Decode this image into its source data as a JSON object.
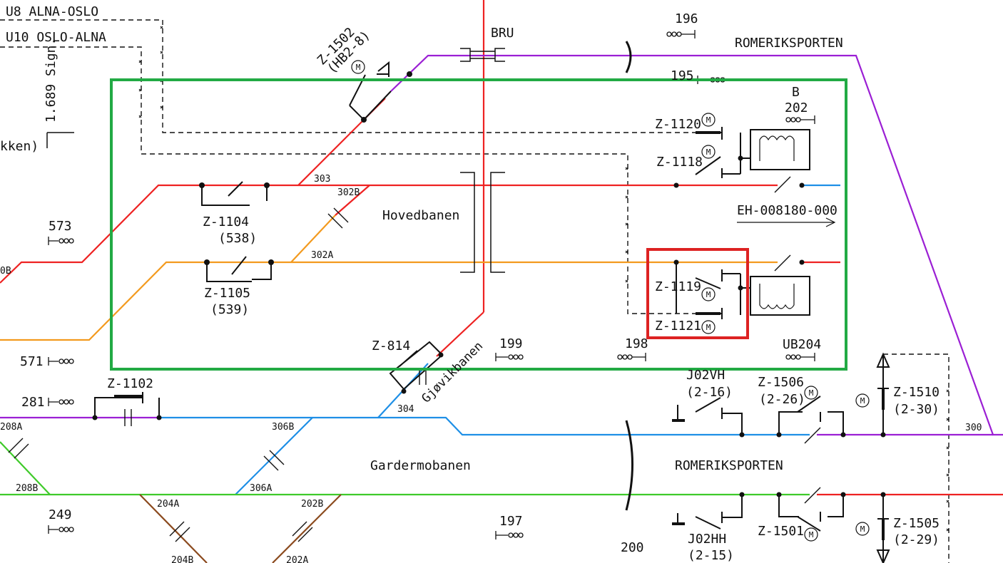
{
  "colors": {
    "red": "#ee2222",
    "purple": "#9b1fd4",
    "orange": "#f39a1e",
    "blue": "#1e8fe6",
    "green": "#3fca2a",
    "brown": "#8b4a1e",
    "highlight_green": "#22aa44",
    "highlight_red": "#dd2222",
    "ink": "#111111"
  },
  "lines": {
    "u8": "U8 ALNA-OSLO",
    "u10": "U10 OSLO-ALNA",
    "sign": "1.689 Sign.",
    "kken": "kken)"
  },
  "places": {
    "bru": "BRU",
    "romeriksporten_top": "ROMERIKSPORTEN",
    "romeriksporten_bottom": "ROMERIKSPORTEN",
    "hovedbanen": "Hovedbanen",
    "gardermobanen": "Gardermobanen",
    "gjovikbanen": "Gjøvikbanen",
    "eh_ref": "EH-008180-000"
  },
  "signals": {
    "s196": "196",
    "s195": "195",
    "s202_b": "B",
    "s202": "202",
    "s573": "573",
    "s571": "571",
    "s281": "281",
    "s249": "249",
    "s199": "199",
    "s198": "198",
    "s197": "197",
    "s200": "200",
    "ub204": "UB204"
  },
  "tracks": {
    "t303": "303",
    "t302b": "302B",
    "t302a": "302A",
    "t304": "304",
    "t306b": "306B",
    "t306a": "306A",
    "t208a": "208A",
    "t208b": "208B",
    "t204a": "204A",
    "t202b": "202B",
    "t204b": "204B",
    "t202a": "202A",
    "t300": "300",
    "t0b": "0B"
  },
  "switches": {
    "z1502": "Z-1502",
    "z1502_sub": "(HB2-8)",
    "z1120": "Z-1120",
    "z1118": "Z-1118",
    "z1104": "Z-1104",
    "z1104_sub": "(538)",
    "z1105": "Z-1105",
    "z1105_sub": "(539)",
    "z1119": "Z-1119",
    "z1121": "Z-1121",
    "z814": "Z-814",
    "z1102": "Z-1102",
    "j02vh": "J02VH",
    "j02vh_sub": "(2-16)",
    "z1506": "Z-1506",
    "z1506_sub": "(2-26)",
    "z1510": "Z-1510",
    "z1510_sub": "(2-30)",
    "z1501": "Z-1501",
    "j02hh": "J02HH",
    "j02hh_sub": "(2-15)",
    "z1505": "Z-1505",
    "z1505_sub": "(2-29)",
    "motor": "M"
  }
}
